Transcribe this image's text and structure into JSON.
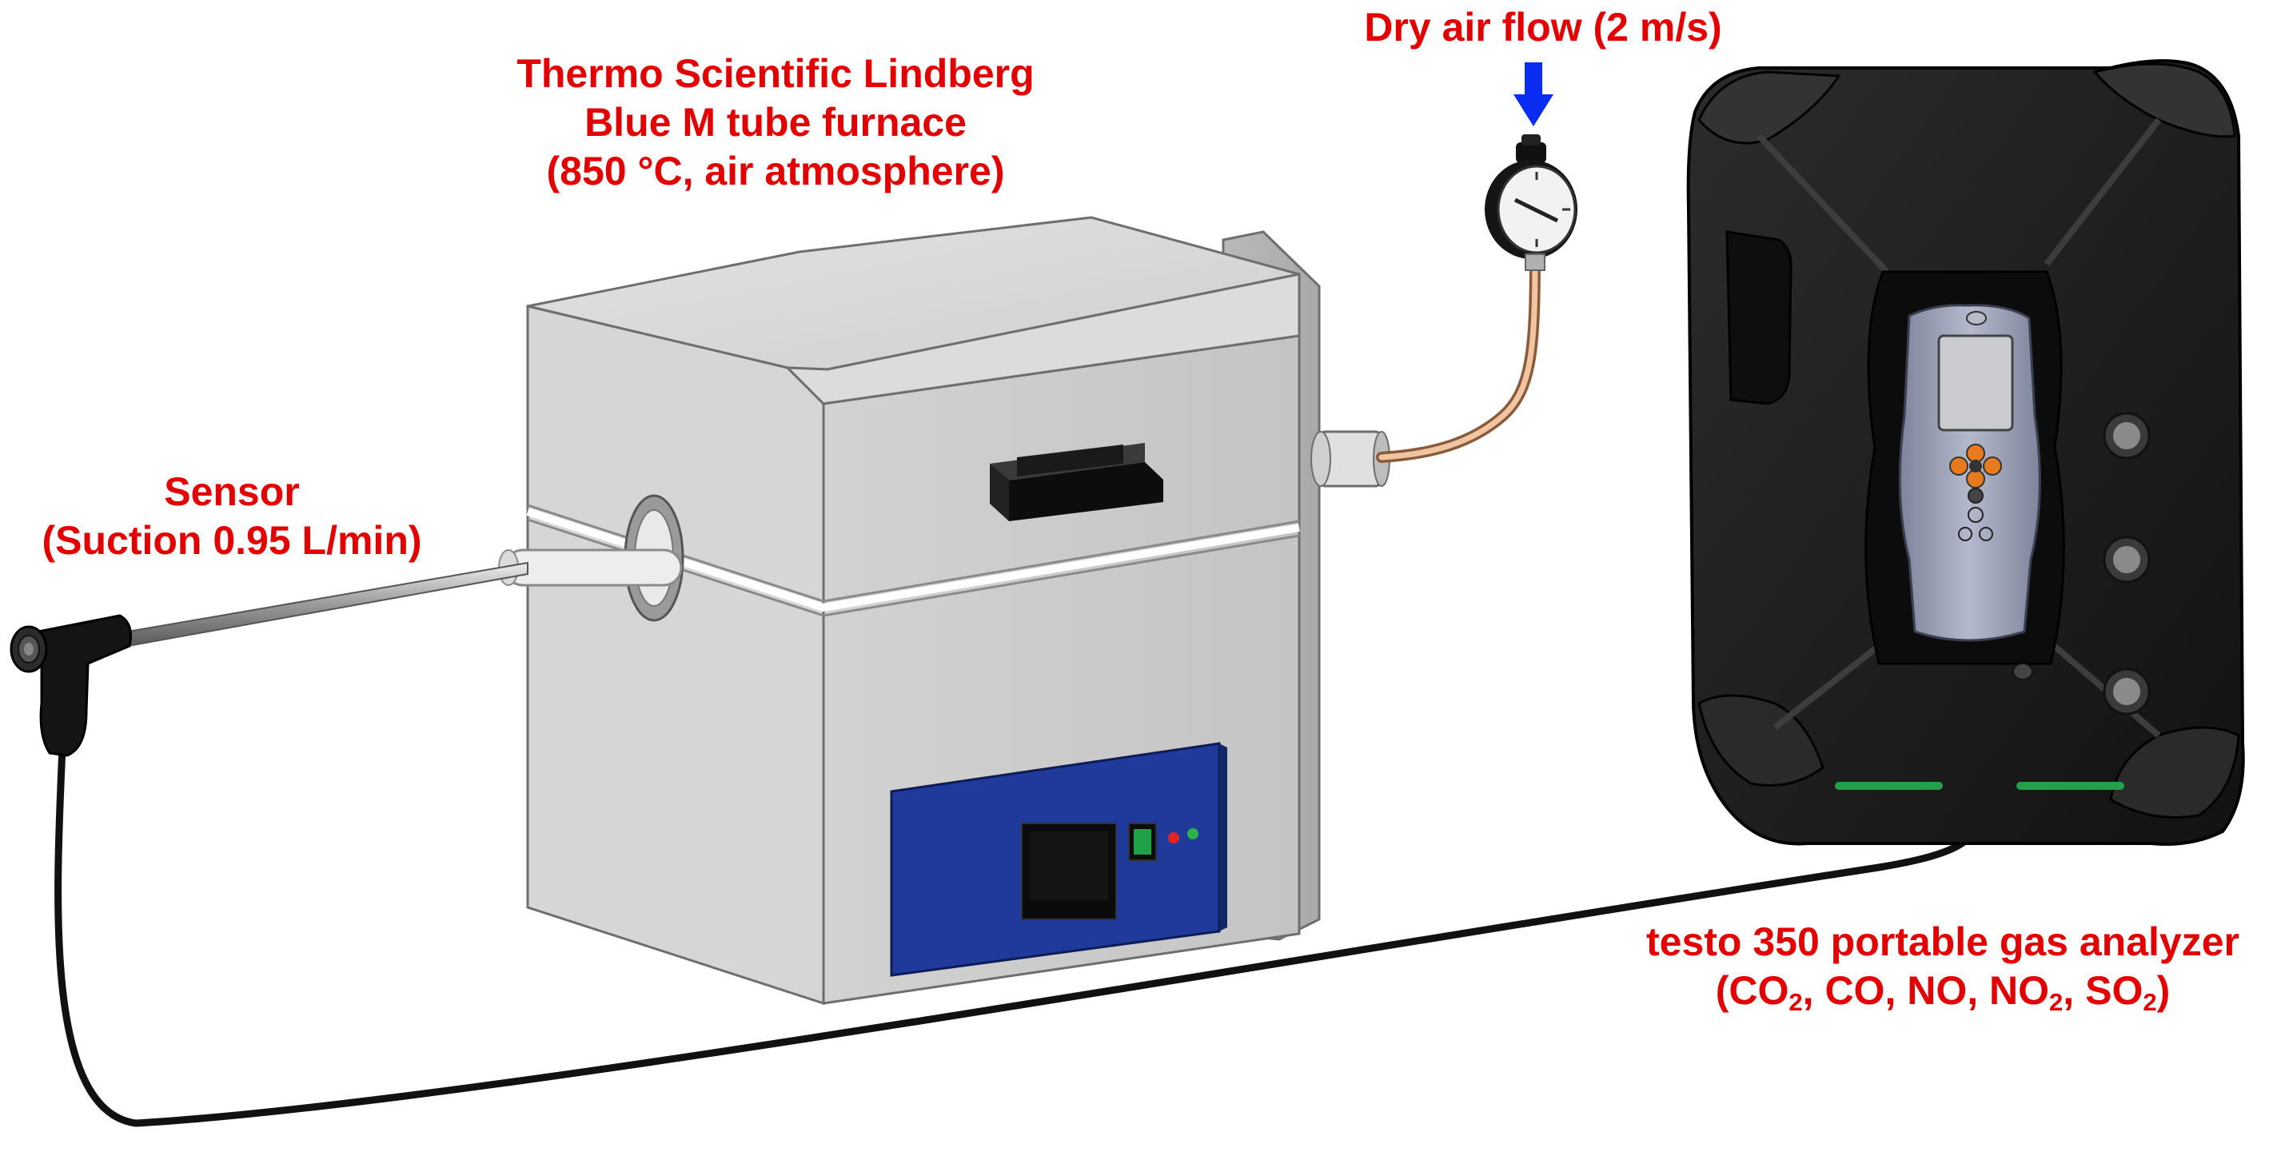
{
  "labels": {
    "furnace": {
      "line1": "Thermo Scientific Lindberg",
      "line2": "Blue M tube furnace",
      "line3": "(850 °C, air atmosphere)"
    },
    "air_flow": {
      "line1": "Dry air flow (2 m/s)"
    },
    "sensor": {
      "line1": "Sensor",
      "line2": "(Suction 0.95 L/min)"
    },
    "analyzer": {
      "line1": "testo 350 portable gas analyzer",
      "gases": [
        {
          "base": "CO",
          "sub": "2",
          "sep": ", "
        },
        {
          "base": "CO",
          "sub": "",
          "sep": ", "
        },
        {
          "base": "NO",
          "sub": "",
          "sep": ", "
        },
        {
          "base": "NO",
          "sub": "2",
          "sep": ", "
        },
        {
          "base": "SO",
          "sub": "2",
          "sep": ""
        }
      ]
    }
  },
  "colors": {
    "label_text": "#e30000",
    "arrow": "#0a2bf0",
    "furnace_body": "#c8c8c8",
    "control_panel": "#1f3a9a",
    "analyzer_case": "#1a1a1a",
    "display_body": "#9aa0b4",
    "tube_copper": "#d9a27a",
    "status_led_green": "#22a04a"
  },
  "icons": {
    "arrow": "down-arrow-icon",
    "gauge": "pressure-gauge-icon"
  }
}
